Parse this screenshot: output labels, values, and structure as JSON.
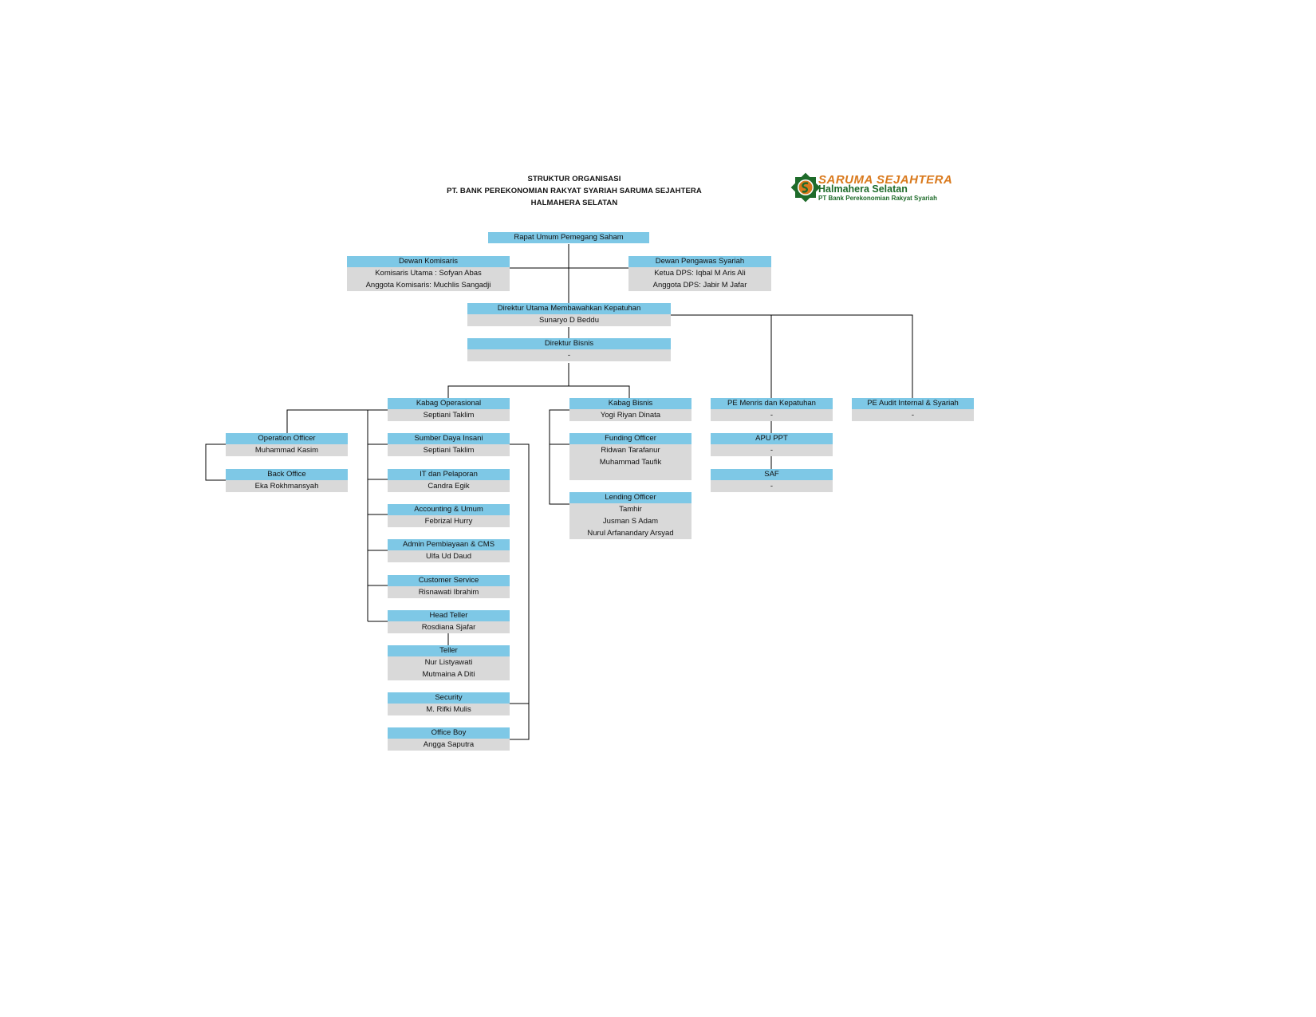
{
  "header": {
    "title_line1": "STRUKTUR ORGANISASI",
    "title_line2": "PT. BANK PEREKONOMIAN RAKYAT SYARIAH SARUMA SEJAHTERA",
    "title_line3": "HALMAHERA SELATAN"
  },
  "logo": {
    "brand": "SARUMA SEJAHTERA",
    "region": "Halmahera Selatan",
    "subtitle": "PT Bank Perekonomian Rakyat Syariah",
    "icon": "star-emblem-icon",
    "colors": {
      "orange": "#d9791c",
      "green": "#1e6b2a"
    }
  },
  "colors": {
    "header_fill": "#7ec8e6",
    "body_fill": "#d9d9d9",
    "connector": "#000000"
  },
  "units": {
    "rups": {
      "title": "Rapat Umum Pemegang Saham",
      "lines": []
    },
    "dewan_komisaris": {
      "title": "Dewan Komisaris",
      "lines": [
        "Komisaris Utama : Sofyan Abas",
        "Anggota Komisaris: Muchlis Sangadji"
      ]
    },
    "dps": {
      "title": "Dewan Pengawas Syariah",
      "lines": [
        "Ketua DPS: Iqbal M Aris Ali",
        "Anggota DPS: Jabir M Jafar"
      ]
    },
    "dirut": {
      "title": "Direktur Utama Membawahkan Kepatuhan",
      "lines": [
        "Sunaryo D Beddu"
      ]
    },
    "dirbis": {
      "title": "Direktur Bisnis",
      "lines": [
        "-"
      ]
    },
    "kabag_ops": {
      "title": "Kabag Operasional",
      "lines": [
        "Septiani Taklim"
      ]
    },
    "kabag_bisnis": {
      "title": "Kabag Bisnis",
      "lines": [
        "Yogi Riyan Dinata"
      ]
    },
    "pe_menris": {
      "title": "PE Menris dan Kepatuhan",
      "lines": [
        "-"
      ]
    },
    "pe_audit": {
      "title": "PE Audit Internal & Syariah",
      "lines": [
        "-"
      ]
    },
    "ops_officer": {
      "title": "Operation Officer",
      "lines": [
        "Muhammad Kasim"
      ]
    },
    "back_office": {
      "title": "Back Office",
      "lines": [
        "Eka Rokhmansyah"
      ]
    },
    "sdi": {
      "title": "Sumber Daya Insani",
      "lines": [
        "Septiani Taklim"
      ]
    },
    "it": {
      "title": "IT dan Pelaporan",
      "lines": [
        "Candra Egik"
      ]
    },
    "accounting": {
      "title": "Accounting & Umum",
      "lines": [
        "Febrizal Hurry"
      ]
    },
    "admin": {
      "title": "Admin Pembiayaan & CMS",
      "lines": [
        "Ulfa Ud Daud"
      ]
    },
    "cs": {
      "title": "Customer Service",
      "lines": [
        "Risnawati Ibrahim"
      ]
    },
    "head_teller": {
      "title": "Head Teller",
      "lines": [
        "Rosdiana Sjafar"
      ]
    },
    "teller": {
      "title": "Teller",
      "lines": [
        "Nur Listyawati",
        "Mutmaina A Diti"
      ]
    },
    "security": {
      "title": "Security",
      "lines": [
        "M. Rifki Mulis"
      ]
    },
    "office_boy": {
      "title": "Office Boy",
      "lines": [
        "Angga Saputra"
      ]
    },
    "funding": {
      "title": "Funding Officer",
      "lines": [
        "Ridwan Tarafanur",
        "Muhammad Taufik"
      ]
    },
    "lending": {
      "title": "Lending Officer",
      "lines": [
        "Tamhir",
        "Jusman S Adam",
        "Nurul Arfanandary Arsyad"
      ]
    },
    "apu_ppt": {
      "title": "APU PPT",
      "lines": [
        "-"
      ]
    },
    "saf": {
      "title": "SAF",
      "lines": [
        "-"
      ]
    }
  }
}
